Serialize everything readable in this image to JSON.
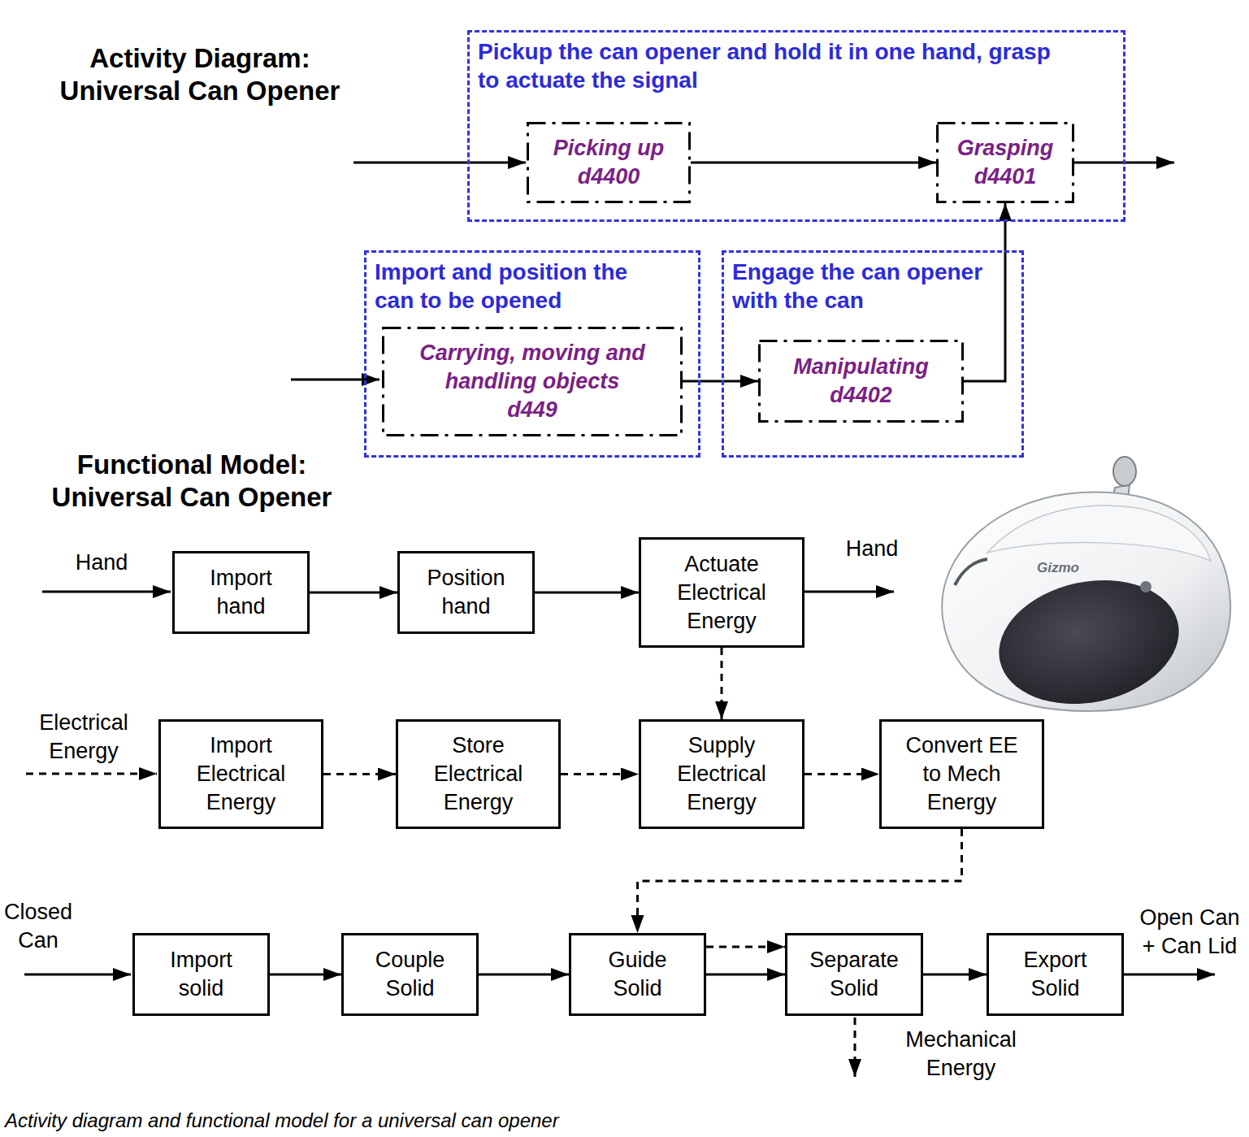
{
  "diagram": {
    "title": "Activity Diagram: Universal Can Opener",
    "caption": "Activity diagram and functional model for a universal can opener",
    "nodes": [
      {
        "text": [
          "Pickup the can opener and hold it in one hand, grasp to actuate the signal"
        ]
      },
      {
        "text": [
          "Picking up",
          "d4400"
        ],
        "in": 0
      },
      {
        "text": [
          "Grasping",
          "d4401"
        ],
        "in": 0
      },
      {
        "text": [
          "Import and position the can to be opened"
        ]
      },
      {
        "text": [
          "Carrying, moving and handling objects",
          "d449"
        ],
        "in": 3
      },
      {
        "text": [
          "Engage the can opener with the can"
        ]
      },
      {
        "text": [
          "Manipulating",
          "d4402"
        ],
        "in": 5
      },
      {
        "text": [
          "Import hand"
        ]
      },
      {
        "text": [
          "Position hand"
        ]
      },
      {
        "text": [
          "Actuate Electrical Energy"
        ]
      },
      {
        "text": [
          "Import Electrical Energy"
        ]
      },
      {
        "text": [
          "Store Electrical Energy"
        ]
      },
      {
        "text": [
          "Supply Electrical Energy"
        ]
      },
      {
        "text": [
          "Convert EE to Mech Energy"
        ]
      },
      {
        "text": [
          "Import solid"
        ]
      },
      {
        "text": [
          "Couple Solid"
        ]
      },
      {
        "text": [
          "Guide Solid"
        ]
      },
      {
        "text": [
          "Separate Solid"
        ]
      },
      {
        "text": [
          "Export Solid"
        ]
      }
    ],
    "edges": [
      {
        "from": 1,
        "to": 2,
        "arrow": "to"
      },
      {
        "from": 4,
        "to": 6,
        "arrow": "to"
      },
      {
        "from": 6,
        "to": 2,
        "arrow": "to"
      },
      {
        "from": 7,
        "to": 8,
        "arrow": "to"
      },
      {
        "from": 8,
        "to": 9,
        "arrow": "to"
      },
      {
        "from": 9,
        "to": 12,
        "arrow": "to"
      },
      {
        "from": 10,
        "to": 11,
        "arrow": "to"
      },
      {
        "from": 11,
        "to": 12,
        "arrow": "to"
      },
      {
        "from": 12,
        "to": 13,
        "arrow": "to"
      },
      {
        "from": 13,
        "to": 16,
        "arrow": "to"
      },
      {
        "from": 14,
        "to": 15,
        "arrow": "to"
      },
      {
        "from": 15,
        "to": 16,
        "arrow": "to"
      },
      {
        "from": 16,
        "to": 17,
        "arrow": "to"
      },
      {
        "from": 16,
        "to": 17,
        "arrow": "to"
      },
      {
        "from": 17,
        "to": 18,
        "arrow": "to"
      }
    ],
    "labels": [
      "Functional Model: Universal Can Opener",
      "Hand",
      "Hand",
      "Electrical Energy",
      "Closed Can",
      "Open Can + Can Lid",
      "Mechanical Energy",
      "Gizmo"
    ]
  }
}
